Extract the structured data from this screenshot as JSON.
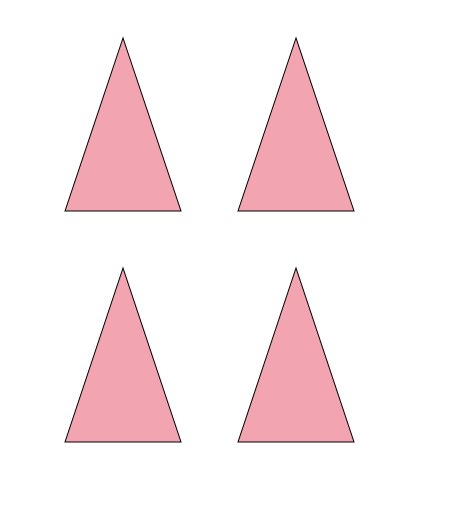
{
  "shapes": {
    "kind": "isosceles-triangle",
    "count": 4,
    "rows": 2,
    "columns": 2,
    "fill_color": "#f2a5b1",
    "stroke_color": "#000000"
  }
}
